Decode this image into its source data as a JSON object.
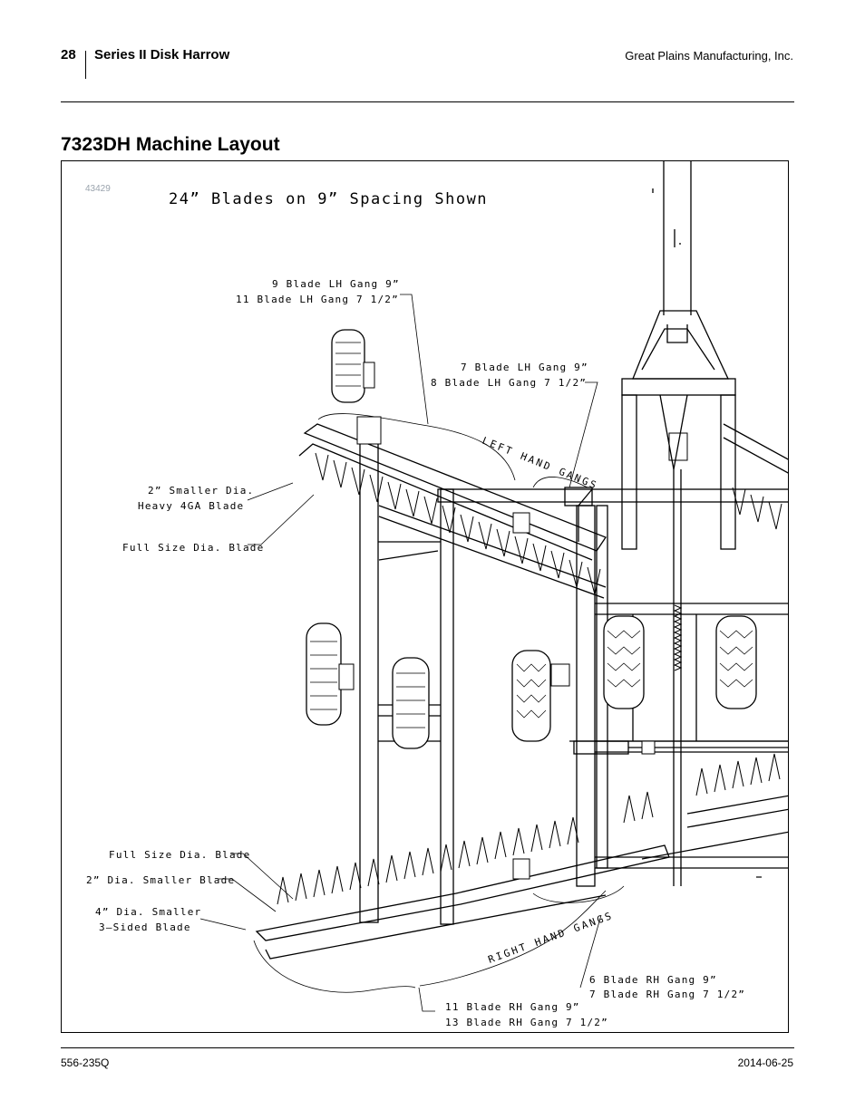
{
  "header": {
    "page_number": "28",
    "manual_title": "Series II Disk Harrow",
    "company": "Great Plains Manufacturing, Inc."
  },
  "section": {
    "title": "7323DH Machine Layout"
  },
  "figure": {
    "id": "43429",
    "caption": "24” Blades on 9” Spacing Shown",
    "callouts": {
      "lh_outer_1": "9 Blade LH Gang 9”",
      "lh_outer_2": "11 Blade LH Gang 7 1/2”",
      "lh_inner_1": "7 Blade LH Gang 9”",
      "lh_inner_2": "8 Blade LH Gang 7 1/2”",
      "left_hand_gangs": "LEFT HAND GANGS",
      "smaller_blade_1": "2” Smaller Dia.",
      "smaller_blade_2": "Heavy 4GA Blade",
      "full_size_upper": "Full Size Dia. Blade",
      "full_size_lower": "Full Size Dia. Blade",
      "two_inch_smaller": "2” Dia. Smaller Blade",
      "four_inch_1": "4” Dia. Smaller",
      "four_inch_2": "3–Sided Blade",
      "right_hand_gangs": "RIGHT HAND GANGS",
      "rh_inner_1": "6 Blade RH Gang 9”",
      "rh_inner_2": "7 Blade RH Gang 7 1/2”",
      "rh_outer_1": "11 Blade RH Gang 9”",
      "rh_outer_2": "13 Blade RH Gang 7 1/2”"
    }
  },
  "footer": {
    "doc_number": "556-235Q",
    "date": "2014-06-25"
  }
}
